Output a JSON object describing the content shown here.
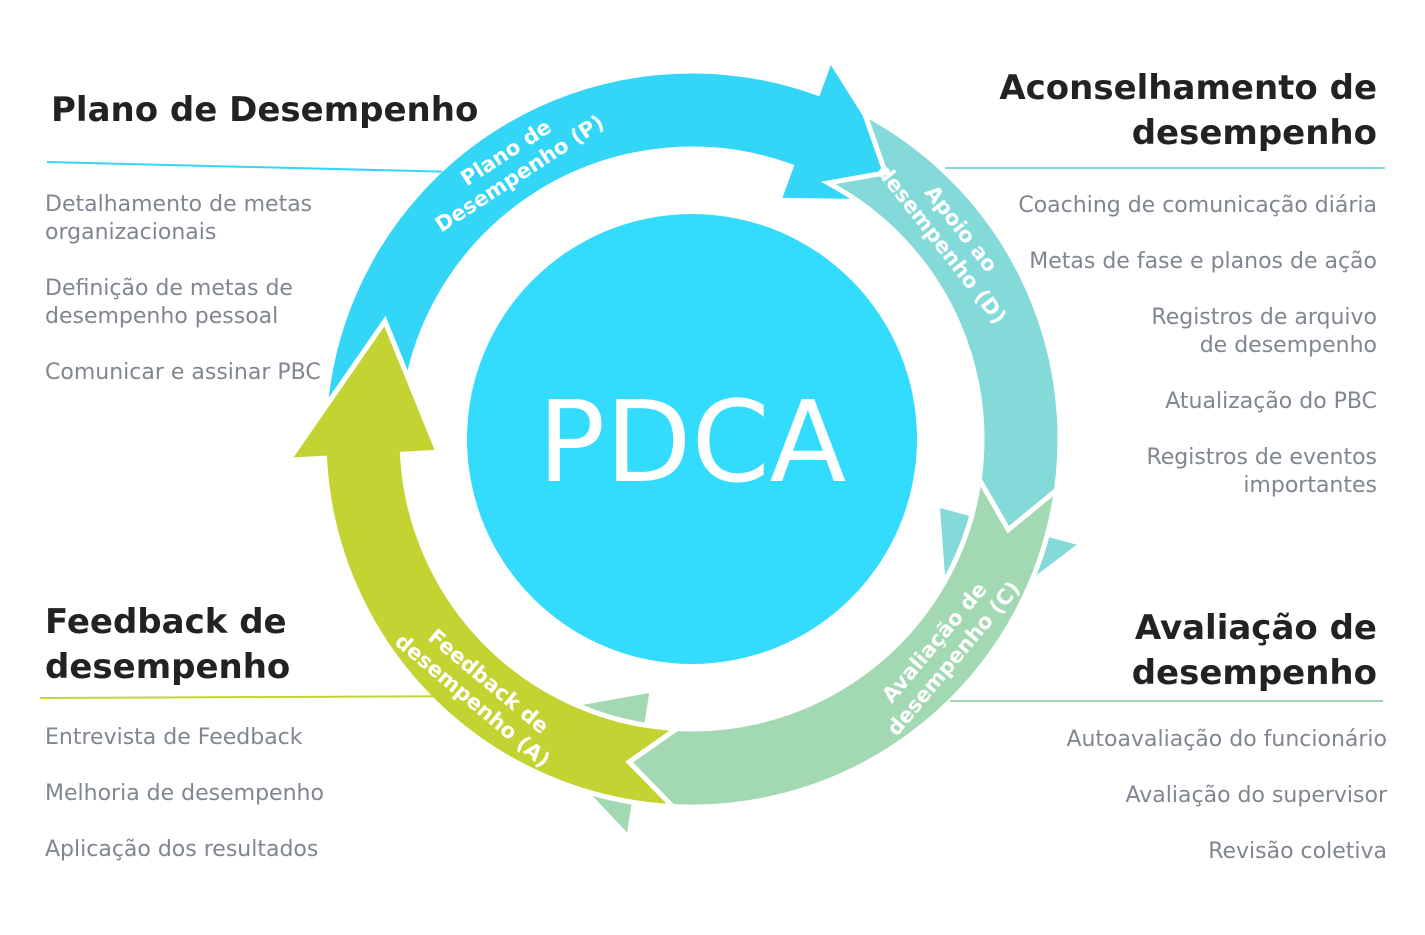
{
  "center": {
    "label": "PDCA"
  },
  "colors": {
    "plan": "#33d6f7",
    "do": "#84dad8",
    "check": "#a2d9b2",
    "act": "#c3d432",
    "center": "#33dbfc",
    "heading": "#222222",
    "item": "#808690"
  },
  "cycle": [
    {
      "id": "plan",
      "label_lines": [
        "Plano de",
        "Desempenho (P)"
      ]
    },
    {
      "id": "do",
      "label_lines": [
        "Apoio ao",
        "desempenho (D)"
      ]
    },
    {
      "id": "check",
      "label_lines": [
        "Avaliação de",
        "desempenho (C)"
      ]
    },
    {
      "id": "act",
      "label_lines": [
        "Feedback de",
        "desempenho (A)"
      ]
    }
  ],
  "panels": {
    "plan": {
      "title": "Plano de Desempenho",
      "items": [
        "Detalhamento de metas organizacionais",
        "Definição de metas de desempenho pessoal",
        "Comunicar e assinar PBC"
      ]
    },
    "do": {
      "title": "Aconselhamento de desempenho",
      "items": [
        "Coaching de comunicação diária",
        "Metas de fase e planos de ação",
        "Registros de arquivo de desempenho",
        "Atualização do PBC",
        "Registros de eventos importantes"
      ]
    },
    "check": {
      "title": "Avaliação de desempenho",
      "items": [
        "Autoavaliação do funcionário",
        "Avaliação do supervisor",
        "Revisão coletiva"
      ]
    },
    "act": {
      "title": "Feedback de desempenho",
      "items": [
        "Entrevista de Feedback",
        "Melhoria de desempenho",
        "Aplicação dos resultados"
      ]
    }
  }
}
